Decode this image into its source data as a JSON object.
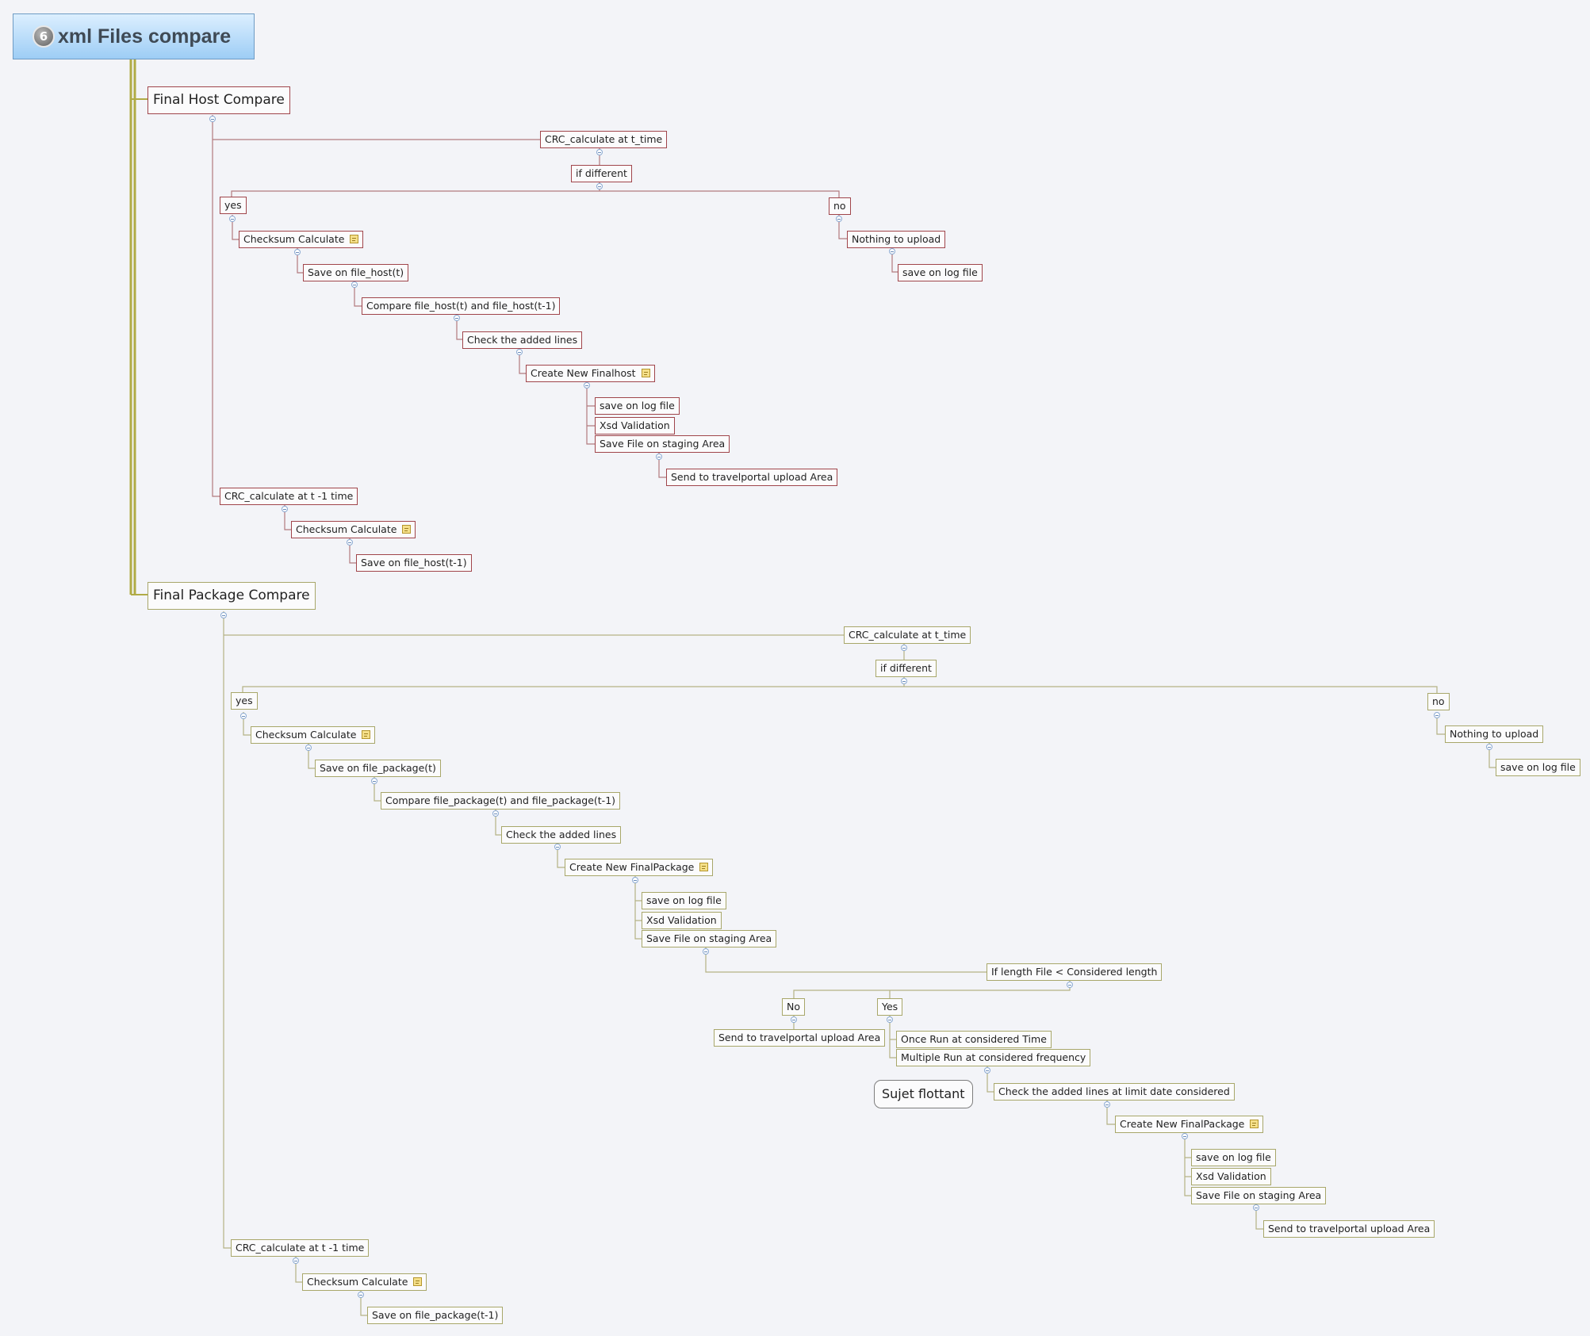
{
  "root": {
    "title": "xml Files compare",
    "icon": "mindmap-logo-icon"
  },
  "host": {
    "title": "Final Host Compare",
    "crc_t": "CRC_calculate at t_time",
    "if_diff": "if different",
    "yes": "yes",
    "no": "no",
    "checksum": "Checksum Calculate",
    "save_t": "Save on file_host(t)",
    "compare": "Compare file_host(t) and file_host(t-1)",
    "check_lines": "Check the added lines",
    "create_new": "Create New Finalhost",
    "save_log": "save on log file",
    "xsd": "Xsd Validation",
    "save_staging": "Save File on staging Area",
    "send": "Send to travelportal upload Area",
    "nothing": "Nothing to upload",
    "no_save_log": "save on log file",
    "crc_t1": "CRC_calculate at t -1 time",
    "checksum2": "Checksum Calculate",
    "save_t1": "Save on file_host(t-1)"
  },
  "package": {
    "title": "Final Package Compare",
    "crc_t": "CRC_calculate at t_time",
    "if_diff": "if different",
    "yes": "yes",
    "no": "no",
    "checksum": "Checksum Calculate",
    "save_t": "Save on file_package(t)",
    "compare": "Compare file_package(t) and file_package(t-1)",
    "check_lines": "Check the added lines",
    "create_new": "Create New FinalPackage",
    "save_log": "save on log file",
    "xsd": "Xsd Validation",
    "save_staging": "Save File on staging Area",
    "if_length": "If length File < Considered length",
    "len_no": "No",
    "len_yes": "Yes",
    "send_no": "Send to travelportal upload Area",
    "once_run": "Once Run at considered Time",
    "multi_run": "Multiple Run at considered frequency",
    "check_limit": "Check the added lines at limit date considered",
    "create_new2": "Create New FinalPackage",
    "save_log2": "save on log file",
    "xsd2": "Xsd Validation",
    "save_staging2": "Save File on staging Area",
    "send2": "Send to travelportal upload Area",
    "nothing": "Nothing to upload",
    "no_save_log": "save on log file",
    "crc_t1": "CRC_calculate at t -1 time",
    "checksum2": "Checksum Calculate",
    "save_t1": "Save on file_package(t-1)"
  },
  "floating": {
    "label": "Sujet flottant"
  },
  "colors": {
    "host_branch": "#a0454b",
    "package_branch": "#a8a76a",
    "trunk": "#b0ab45",
    "root_fill": "#9dcdf5"
  }
}
